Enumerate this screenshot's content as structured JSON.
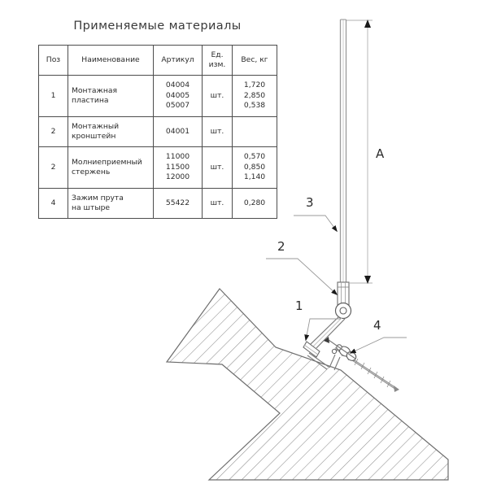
{
  "document": {
    "title": "Применяемые материалы"
  },
  "table": {
    "headers": {
      "pos": "Поз",
      "name": "Наименование",
      "article": "Артикул",
      "unit": "Ед.\nизм.",
      "mass": "Вес, кг"
    },
    "rows": [
      {
        "pos": "1",
        "name": "Монтажная\nпластина",
        "article": "04004\n04005\n05007",
        "unit": "шт.",
        "mass": "1,720\n2,850\n0,538"
      },
      {
        "pos": "2",
        "name": "Монтажный\nкронштейн",
        "article": "04001",
        "unit": "шт.",
        "mass": ""
      },
      {
        "pos": "2",
        "name": "Молниеприемный\nстержень",
        "article": "11000\n11500\n12000",
        "unit": "шт.",
        "mass": "0,570\n0,850\n1,140"
      },
      {
        "pos": "4",
        "name": "Зажим прута\nна штыре",
        "article": "55422",
        "unit": "шт.",
        "mass": "0,280"
      }
    ]
  },
  "drawing": {
    "callouts": {
      "dimension_a": "A",
      "item_3": "3",
      "item_2": "2",
      "item_1": "1",
      "item_4": "4"
    },
    "colors": {
      "line": "#9a9a9a",
      "line_dark": "#4d4d4d",
      "hatch": "#8e8e8e",
      "arrow": "#1a1a1a"
    }
  }
}
